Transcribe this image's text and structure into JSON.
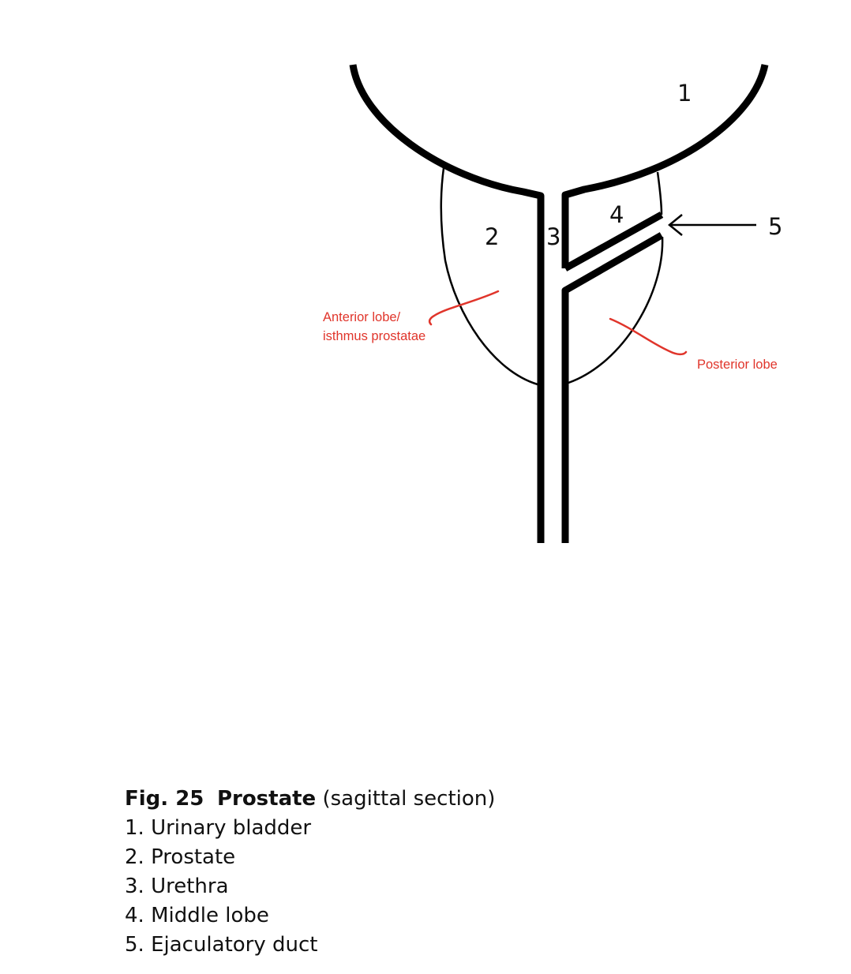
{
  "diagram": {
    "stroke_color": "#000000",
    "annotation_color": "#e0352b",
    "numbers": {
      "bladder": "1",
      "prostate": "2",
      "urethra": "3",
      "middle_lobe": "4",
      "ejaculatory_duct": "5"
    },
    "annotations": {
      "anterior_line1": "Anterior lobe/",
      "anterior_line2": "isthmus prostatae",
      "posterior": "Posterior lobe"
    }
  },
  "caption": {
    "fig_no": "Fig. 25",
    "title": "Prostate",
    "subtitle": "(sagittal section)",
    "legend": [
      "1. Urinary bladder",
      "2. Prostate",
      "3. Urethra",
      "4. Middle lobe",
      "5. Ejaculatory duct"
    ]
  }
}
